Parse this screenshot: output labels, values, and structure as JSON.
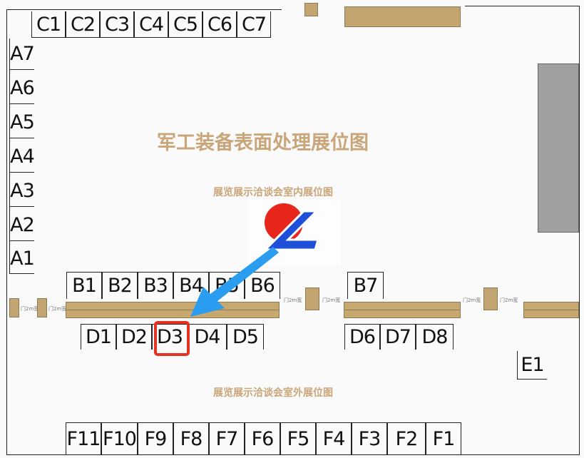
{
  "title": "军工装备表面处理展位图",
  "indoor_label": "展览展示洽谈会室内展位图",
  "outdoor_label": "展览展示洽谈会室外展位图",
  "gate_label": "门2m宽",
  "highlighted_booth": "D3",
  "colors": {
    "accent_tan": "#c2a570",
    "title_gold": "#c9a67a",
    "highlight_red": "#e53222",
    "arrow_blue": "#2a9df0",
    "stage_gray": "#a0a0a0",
    "logo_red": "#e8261c",
    "logo_blue": "#1d4fd8"
  },
  "booths": {
    "c": [
      "C1",
      "C2",
      "C3",
      "C4",
      "C5",
      "C6",
      "C7"
    ],
    "a": [
      "A7",
      "A6",
      "A5",
      "A4",
      "A3",
      "A2",
      "A1"
    ],
    "b": [
      "B1",
      "B2",
      "B3",
      "B4",
      "B5",
      "B6",
      "B7"
    ],
    "d": [
      "D1",
      "D2",
      "D3",
      "D4",
      "D5",
      "D6",
      "D7",
      "D8"
    ],
    "e": [
      "E1"
    ],
    "f": [
      "F11",
      "F10",
      "F9",
      "F8",
      "F7",
      "F6",
      "F5",
      "F4",
      "F3",
      "F2",
      "F1"
    ]
  }
}
